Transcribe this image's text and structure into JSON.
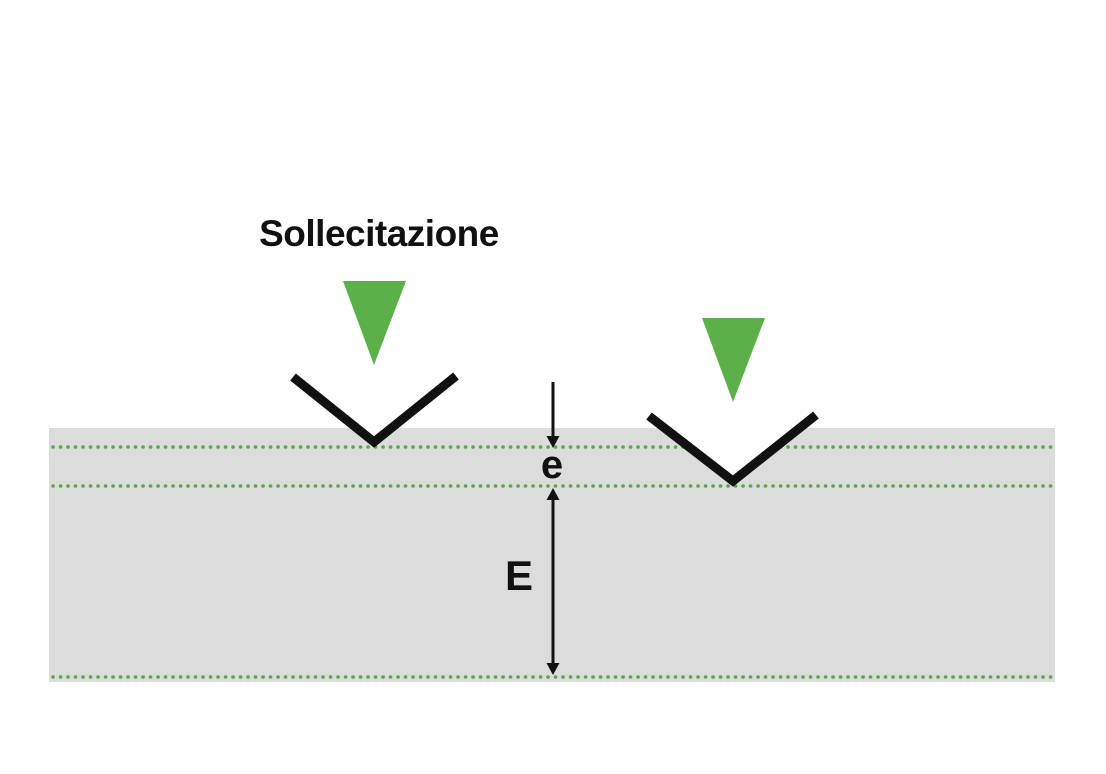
{
  "diagram": {
    "title": "Sollecitazione",
    "labels": {
      "coating_thickness": "e",
      "substrate_thickness": "E"
    },
    "colors": {
      "green_arrow": "#5cb04a",
      "green_dots": "#57a847",
      "surface_gray": "#dcdcdc",
      "ink_black": "#111111",
      "background": "#ffffff"
    }
  }
}
